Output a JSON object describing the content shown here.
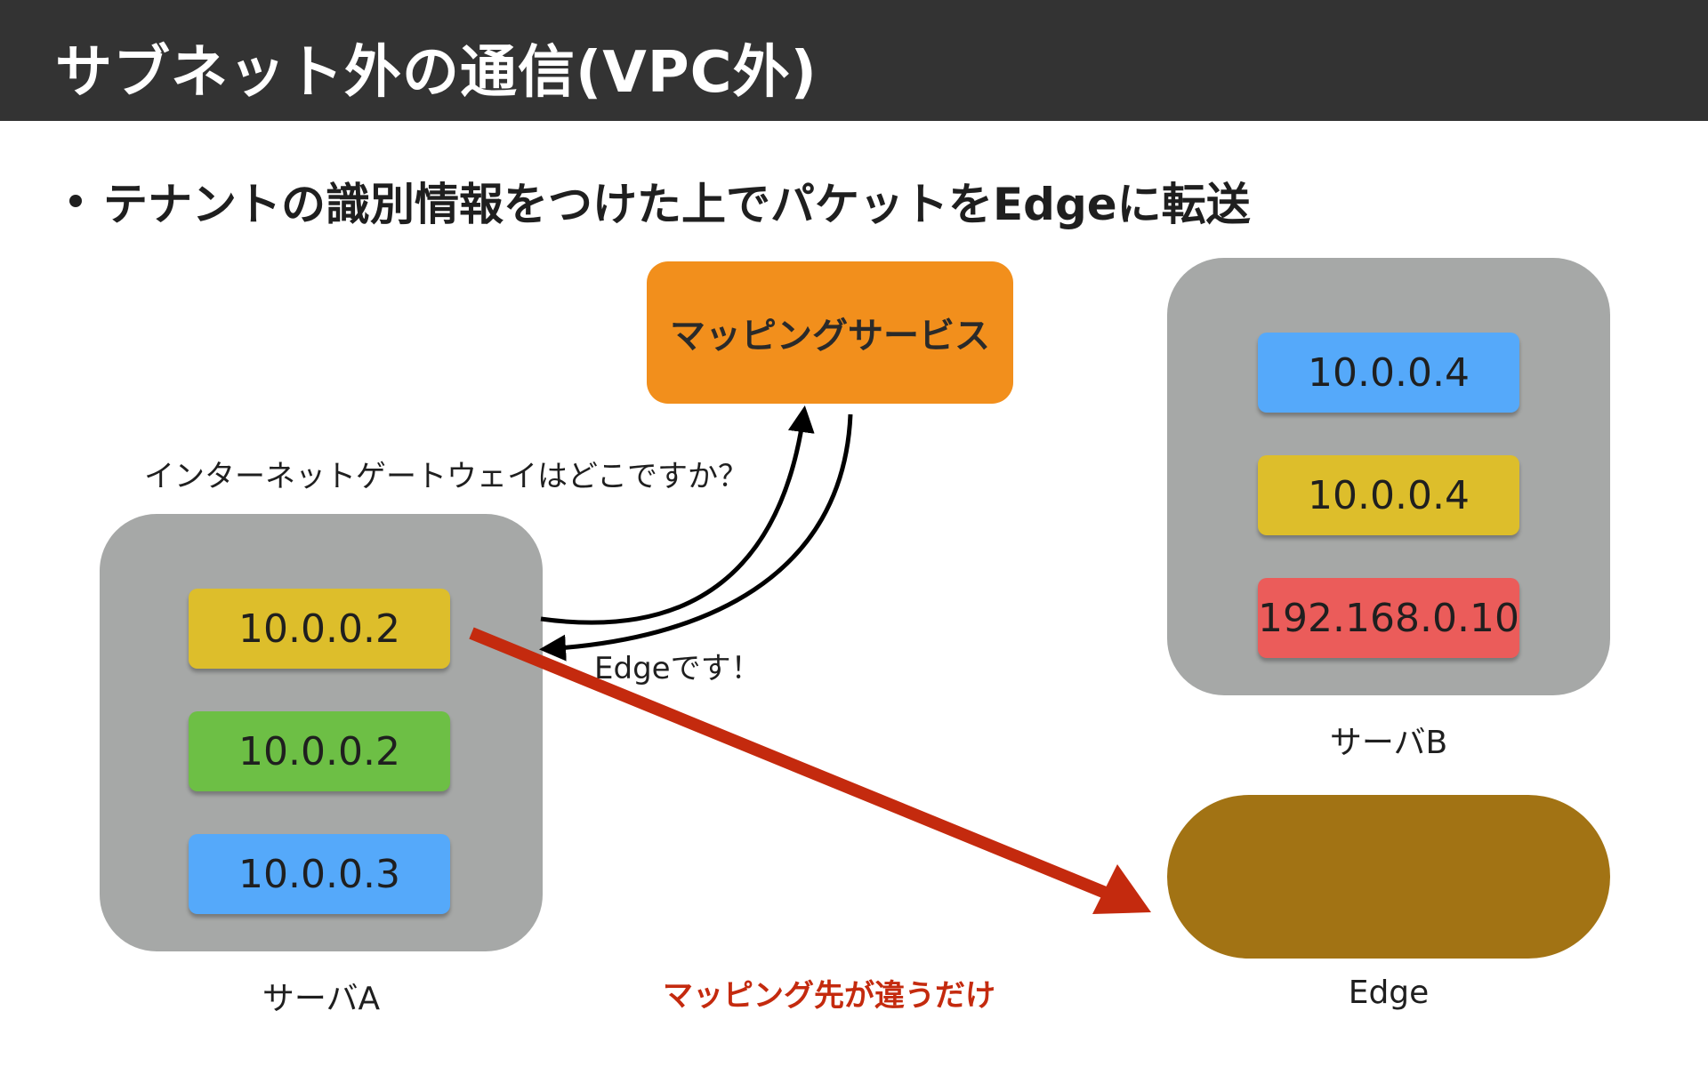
{
  "slide": {
    "title": "サブネット外の通信(VPC外)",
    "bullet": "テナントの識別情報をつけた上でパケットをEdgeに転送"
  },
  "mapping_service": {
    "label": "マッピングサービス",
    "color": "#F28F1C"
  },
  "server_a": {
    "label": "サーバA",
    "chips": [
      {
        "ip": "10.0.0.2",
        "color": "#DDBE2B"
      },
      {
        "ip": "10.0.0.2",
        "color": "#6DBF45"
      },
      {
        "ip": "10.0.0.3",
        "color": "#55A9FA"
      }
    ]
  },
  "server_b": {
    "label": "サーバB",
    "chips": [
      {
        "ip": "10.0.0.4",
        "color": "#55A9FA"
      },
      {
        "ip": "10.0.0.4",
        "color": "#DDBE2B"
      },
      {
        "ip": "192.168.0.10",
        "color": "#EB5C5A"
      }
    ]
  },
  "edge": {
    "label": "Edge",
    "color": "#A27314"
  },
  "messages": {
    "question": "インターネットゲートウェイはどこですか？",
    "answer": "Edgeです！",
    "note": "マッピング先が違うだけ"
  },
  "colors": {
    "server_box": "#A6A8A7",
    "packet_arrow": "#C42A0E",
    "note_text": "#C42A0E",
    "title_bar": "#333333"
  }
}
